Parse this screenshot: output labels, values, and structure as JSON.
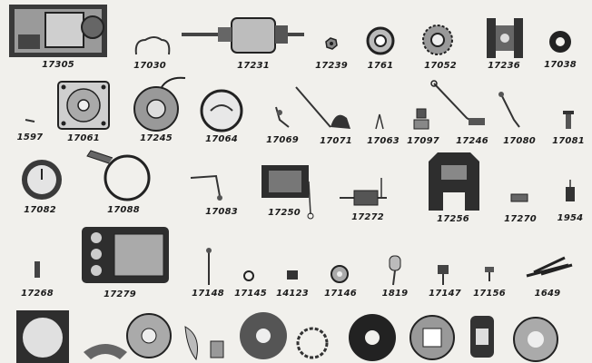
{
  "catalog": {
    "rows": [
      {
        "row": 1,
        "parts": [
          "17305",
          "17030",
          "17231",
          "17239",
          "1761",
          "17052",
          "17236",
          "17038"
        ]
      },
      {
        "row": 2,
        "parts": [
          "1597",
          "17061",
          "17245",
          "17064",
          "17069",
          "17071",
          "17063",
          "17097",
          "17246",
          "17080",
          "17081"
        ]
      },
      {
        "row": 3,
        "parts": [
          "17082",
          "17088",
          "17083",
          "17250",
          "17272",
          "17256",
          "17270",
          "1954"
        ]
      },
      {
        "row": 4,
        "parts": [
          "17268",
          "17279",
          "17148",
          "17145",
          "14123",
          "17146",
          "1819",
          "17147",
          "17156",
          "1649"
        ]
      }
    ]
  },
  "colors": {
    "ink": "#1c1c1c",
    "paper": "#f1f0ec",
    "metal": "#5a5a5a"
  }
}
